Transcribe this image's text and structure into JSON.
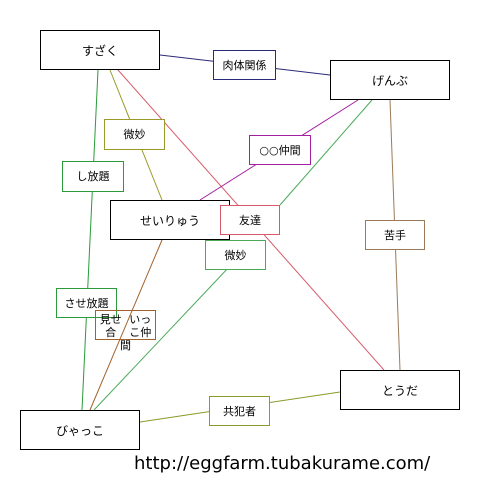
{
  "nodes": {
    "suzaku": "すざく",
    "genbu": "げんぶ",
    "seiryuu": "せいりゅう",
    "touda": "とうだ",
    "byakko": "びゃっこ"
  },
  "edges": {
    "niku": "肉体関係",
    "nakama": "○○仲間",
    "bimyou1": "微妙",
    "shihoudai": "し放題",
    "tomodachi": "友達",
    "bimyou2": "微妙",
    "nigate": "苦手",
    "sasehoudai": "させ放題",
    "miseai_line1": "見せ合",
    "miseai_line2": "いっこ仲",
    "miseai_line3": "間",
    "kyouhan": "共犯者"
  },
  "colors": {
    "niku": "#2a2a7a",
    "nakama": "#a020a0",
    "bimyou1": "#9a9a2a",
    "shihoudai": "#2a9a3a",
    "tomodachi": "#d85a6a",
    "bimyou2": "#4aaa5a",
    "nigate": "#9a7a5a",
    "sasehoudai": "#2a9a3a",
    "miseai": "#a0622a",
    "kyouhan": "#8a9a2a"
  },
  "footer": {
    "url": "http://eggfarm.tubakurame.com/"
  }
}
